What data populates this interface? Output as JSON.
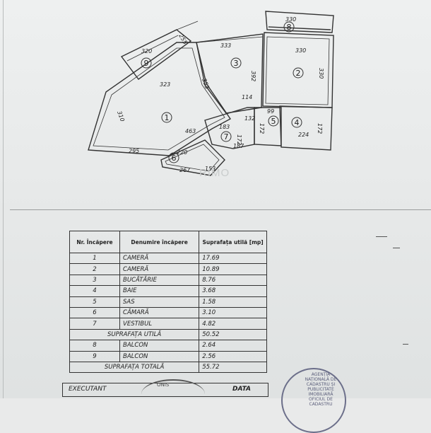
{
  "plan": {
    "watermark": "RIMO",
    "rooms": [
      {
        "num": "1"
      },
      {
        "num": "2"
      },
      {
        "num": "3"
      },
      {
        "num": "4"
      },
      {
        "num": "5"
      },
      {
        "num": "6"
      },
      {
        "num": "7"
      },
      {
        "num": "8"
      },
      {
        "num": "9"
      }
    ],
    "dims": [
      "330",
      "333",
      "330",
      "320",
      "323",
      "392",
      "330",
      "255",
      "310",
      "463",
      "295",
      "183",
      "172",
      "132",
      "99",
      "172",
      "224",
      "172",
      "187",
      "220",
      "267",
      "153",
      "114",
      "353"
    ]
  },
  "table": {
    "col_nr": "Nr. Încăpere",
    "col_name": "Denumire încăpere",
    "col_area": "Suprafața utilă [mp]",
    "rows": [
      {
        "nr": "1",
        "name": "Cameră",
        "area": "17.69"
      },
      {
        "nr": "2",
        "name": "Cameră",
        "area": "10.89"
      },
      {
        "nr": "3",
        "name": "Bucătărie",
        "area": "8.76"
      },
      {
        "nr": "4",
        "name": "Baie",
        "area": "3.68"
      },
      {
        "nr": "5",
        "name": "Sas",
        "area": "1.58"
      },
      {
        "nr": "6",
        "name": "Cămară",
        "area": "3.10"
      },
      {
        "nr": "7",
        "name": "Vestibul",
        "area": "4.82"
      }
    ],
    "subtotal_label": "Suprafața utilă",
    "subtotal_value": "50.52",
    "balconies": [
      {
        "nr": "8",
        "name": "Balcon",
        "area": "2.64"
      },
      {
        "nr": "9",
        "name": "Balcon",
        "area": "2.56"
      }
    ],
    "total_label": "Suprafața totală",
    "total_value": "55.72"
  },
  "footer": {
    "executant": "EXECUTANT",
    "data": "DATA",
    "stamp_text": "AGENȚIA NAȚIONALĂ DE CADASTRU ȘI PUBLICITATE IMOBILIARĂ OFICIUL DE CADASTRU",
    "stamp2_text": "ONIS"
  }
}
